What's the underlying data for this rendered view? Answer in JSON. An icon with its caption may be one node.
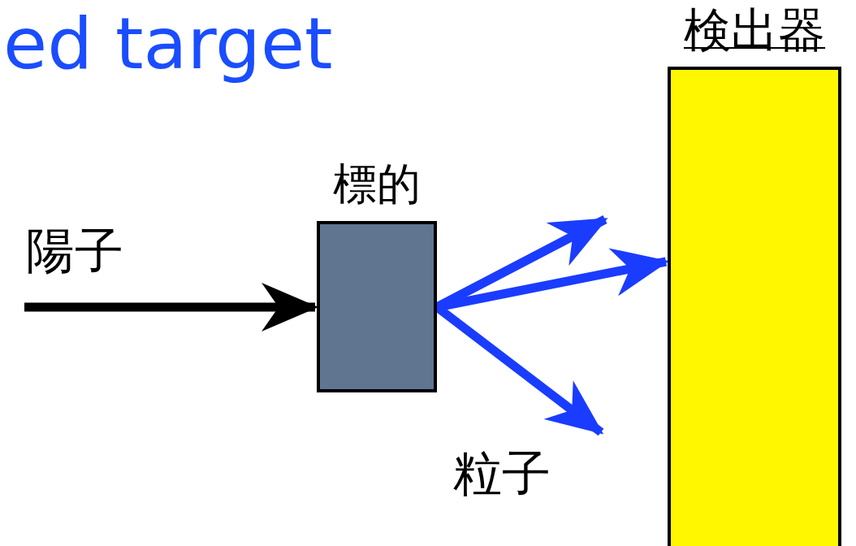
{
  "diagram": {
    "nodes": [
      {
        "text": [
          "標的"
        ]
      },
      {
        "text": [
          "検出器"
        ]
      }
    ],
    "edges": [
      {
        "from": null,
        "to": 0,
        "arrow": "to",
        "color": "#000000"
      },
      {
        "from": 0,
        "to": null,
        "arrow": "to"
      },
      {
        "from": 0,
        "to": 1,
        "arrow": "to"
      },
      {
        "from": 0,
        "to": null,
        "arrow": "to"
      }
    ],
    "labels": [
      "ed target",
      "陽子",
      "粒子"
    ]
  }
}
